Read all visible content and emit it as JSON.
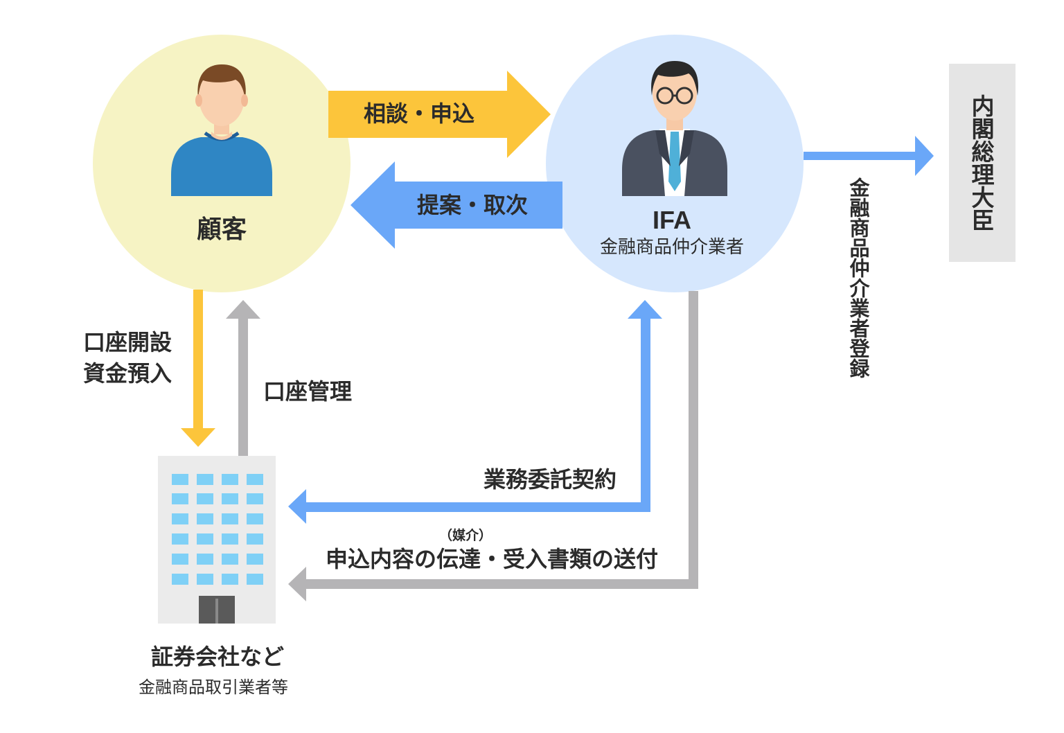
{
  "nodes": {
    "customer": {
      "label": "顧客"
    },
    "ifa": {
      "label": "IFA",
      "sublabel": "金融商品仲介業者"
    },
    "securities": {
      "label": "証券会社など",
      "sublabel": "金融商品取引業者等"
    },
    "minister": {
      "label": "内閣総理大臣"
    }
  },
  "edges": {
    "consult": {
      "label": "相談・申込"
    },
    "propose": {
      "label": "提案・取次"
    },
    "account_open": {
      "line1": "口座開設",
      "line2": "資金預入"
    },
    "account_manage": {
      "label": "口座管理"
    },
    "business_contract": {
      "label": "業務委託契約"
    },
    "mediation": {
      "note": "（媒介）",
      "label": "申込内容の伝達・受入書類の送付"
    },
    "registration": {
      "label": "金融商品仲介業者登録"
    }
  },
  "colors": {
    "yellow_circle": "#f6f3c4",
    "blue_circle": "#d6e7fd",
    "yellow_arrow": "#fcc53b",
    "blue_arrow": "#6aa7f8",
    "gray_arrow": "#b5b4b6",
    "minister_box": "#e5e5e5",
    "building": "#ebebeb",
    "window": "#7fd0f6",
    "door": "#5a5a5a"
  },
  "icons": {
    "customer": "person-casual-icon",
    "ifa": "businessman-with-glasses-icon",
    "securities": "office-building-icon"
  }
}
